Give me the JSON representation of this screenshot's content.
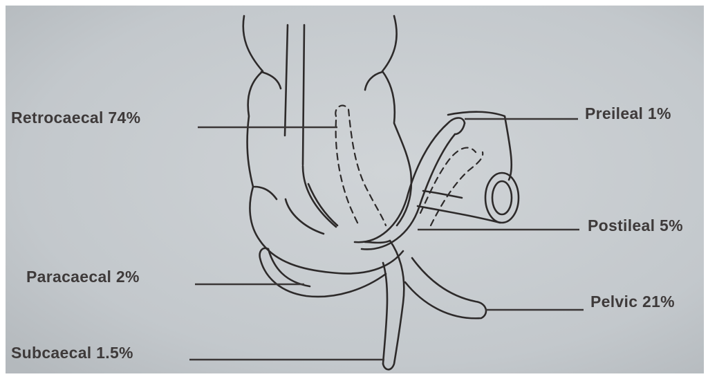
{
  "labels": {
    "retrocaecal": "Retrocaecal 74%",
    "preileal": "Preileal 1%",
    "postileal": "Postileal 5%",
    "paracaecal": "Paracaecal 2%",
    "pelvic": "Pelvic 21%",
    "subcaecal": "Subcaecal 1.5%"
  },
  "colors": {
    "paper": "#c4c9cd",
    "ink": "#2d2a2a",
    "text": "#3e3a3a"
  }
}
